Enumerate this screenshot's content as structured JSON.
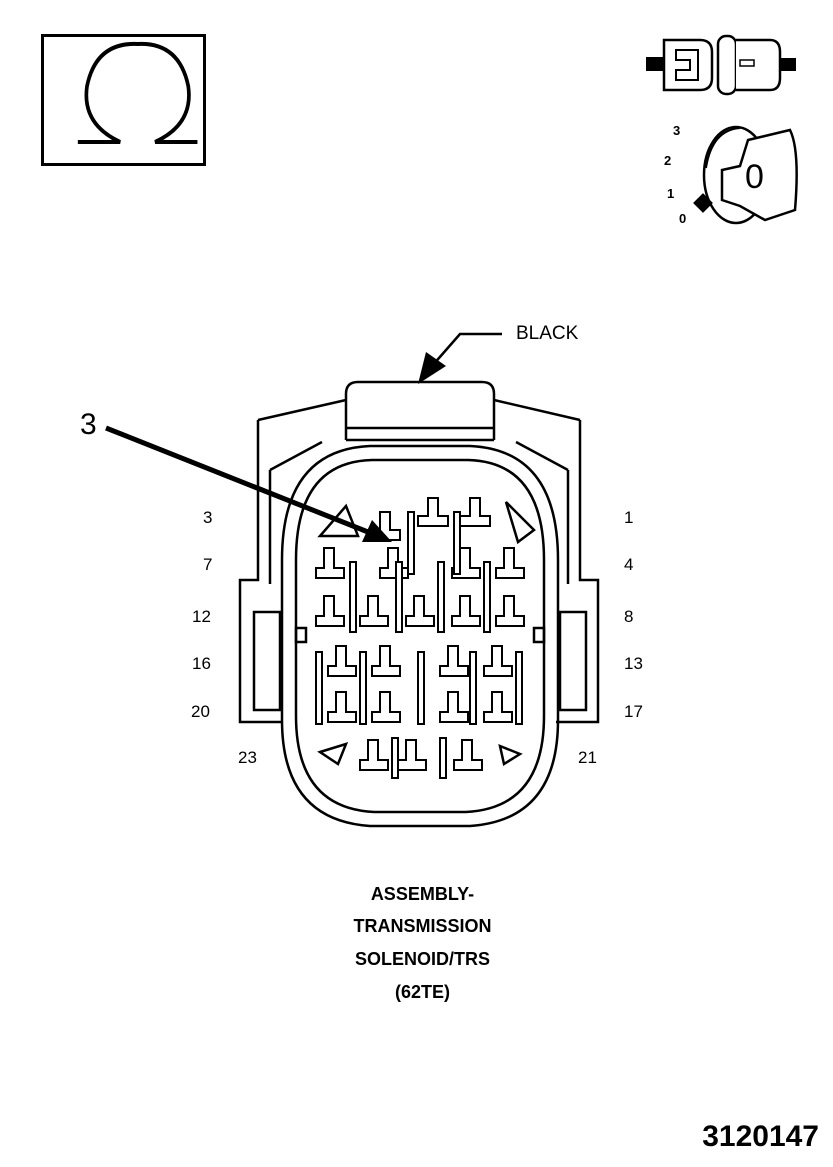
{
  "ohm_symbol": "Ω",
  "ignition": {
    "positions": [
      "3",
      "2",
      "1",
      "0"
    ],
    "key_label": "0"
  },
  "wire_color": "BLACK",
  "callout_number": "3",
  "pin_numbers_left": [
    "3",
    "7",
    "12",
    "16",
    "20",
    "23"
  ],
  "pin_numbers_right": [
    "1",
    "4",
    "8",
    "13",
    "17",
    "21"
  ],
  "title_lines": [
    "ASSEMBLY-",
    "TRANSMISSION",
    "SOLENOID/TRS",
    "(62TE)"
  ],
  "figure_number": "3120147"
}
